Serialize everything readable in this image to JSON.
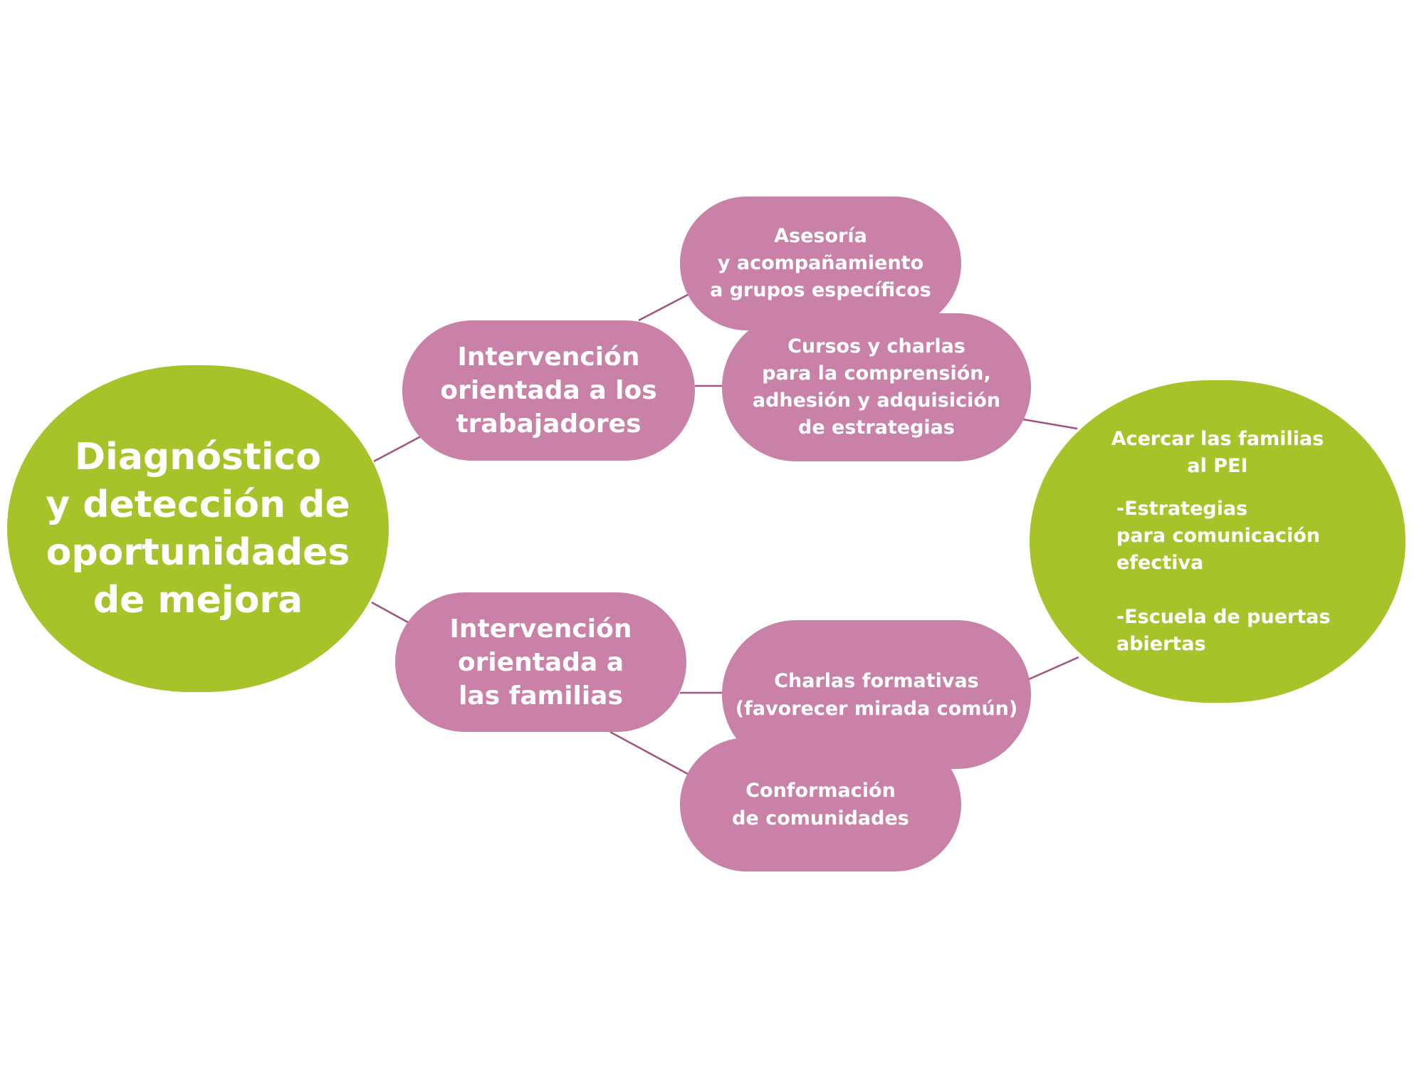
{
  "colors": {
    "green": "#a6c42a",
    "pink": "#c981a8",
    "connector": "#a4537e"
  },
  "diagram": {
    "root": "Diagnóstico\ny detección de\noportunidades\nde mejora",
    "branch_workers": "Intervención\norientada a los\ntrabajadores",
    "branch_families": "Intervención\norientada a\nlas familias",
    "workers_children": [
      "Asesoría\ny acompañamiento\na grupos específicos",
      "Cursos y charlas\npara la comprensión,\nadhesión y adquisición\nde estrategias"
    ],
    "families_children": [
      "Charlas formativas\n(favorecer mirada común)",
      "Conformación\nde comunidades"
    ],
    "goal": {
      "title": "Acercar las familias\nal PEI",
      "bullets": [
        "-Estrategias\npara comunicación\nefectiva",
        "-Escuela de puertas\nabiertas"
      ]
    }
  }
}
